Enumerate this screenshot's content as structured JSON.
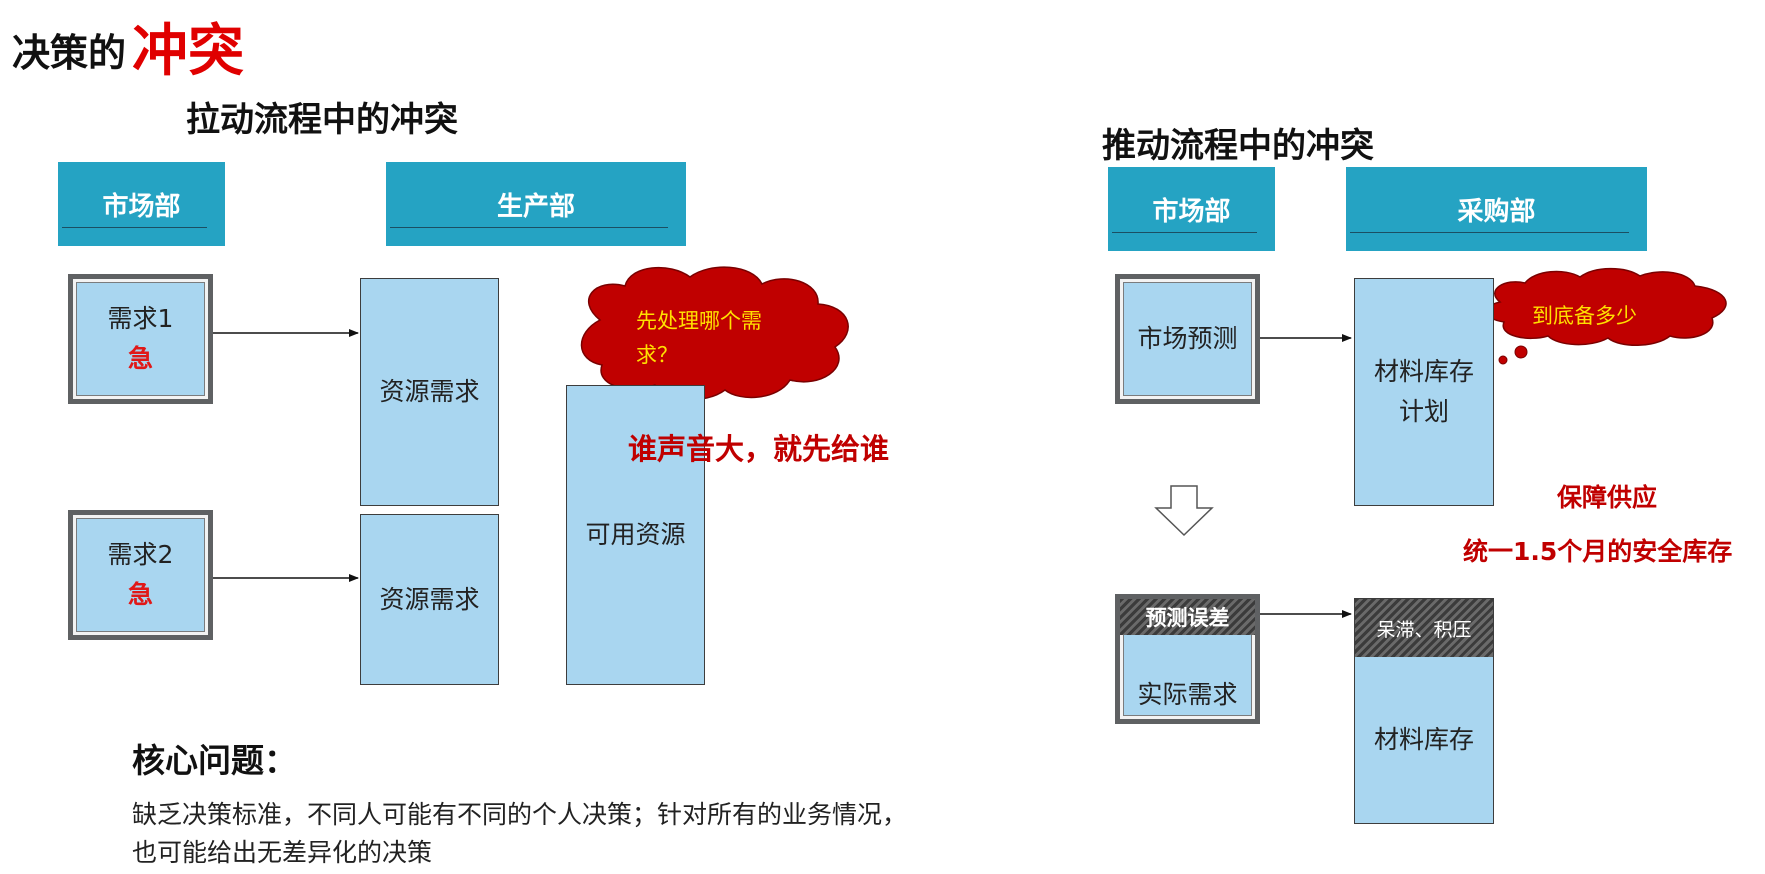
{
  "header": {
    "title_black": "决策的",
    "title_red": "冲突"
  },
  "pull": {
    "title": "拉动流程中的冲突",
    "dept_market": "市场部",
    "dept_production": "生产部",
    "demand1": "需求1",
    "demand1_tag": "急",
    "demand2": "需求2",
    "demand2_tag": "急",
    "resource_demand1": "资源需求",
    "resource_demand2": "资源需求",
    "available_resource": "可用资源",
    "bubble_text": "先处理哪个需求？",
    "who_loud": "谁声音大，就先给谁"
  },
  "push": {
    "title": "推动流程中的冲突",
    "dept_market": "市场部",
    "dept_purchase": "采购部",
    "forecast": "市场预测",
    "material_plan": "材料库存计划",
    "bubble_text": "到底备多少",
    "guarantee": "保障供应",
    "safety_stock": "统一1.5个月的安全库存",
    "forecast_error": "预测误差",
    "actual_demand": "实际需求",
    "stagnant": "呆滞、积压",
    "material_stock": "材料库存"
  },
  "core": {
    "heading": "核心问题：",
    "body": "缺乏决策标准，不同人可能有不同的个人决策；针对所有的业务情况，也可能给出无差异化的决策"
  },
  "colors": {
    "dept_teal": "#25a3c3",
    "box_blue": "#a9d6f0",
    "bubble_red": "#c00000",
    "bubble_text": "#ffe000",
    "title_red": "#e00000"
  }
}
